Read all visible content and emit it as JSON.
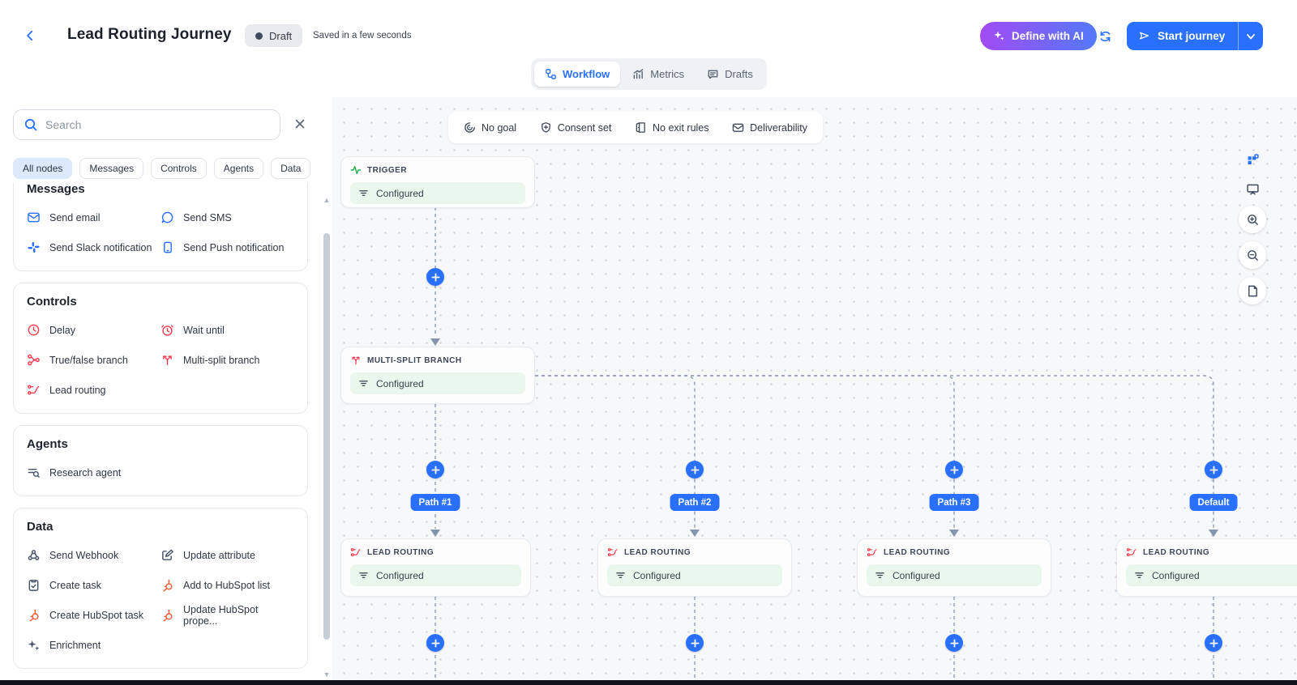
{
  "header": {
    "title": "Lead Routing Journey",
    "status_badge": "Draft",
    "saved_text": "Saved in a few seconds",
    "define_ai_button": "Define with AI",
    "start_journey_button": "Start journey"
  },
  "tabs": [
    {
      "label": "Workflow",
      "active": true
    },
    {
      "label": "Metrics",
      "active": false
    },
    {
      "label": "Drafts",
      "active": false
    }
  ],
  "sidebar": {
    "search_placeholder": "Search",
    "filters": [
      {
        "label": "All nodes",
        "active": true
      },
      {
        "label": "Messages",
        "active": false
      },
      {
        "label": "Controls",
        "active": false
      },
      {
        "label": "Agents",
        "active": false
      },
      {
        "label": "Data",
        "active": false
      }
    ],
    "sections": [
      {
        "title": "Messages",
        "items": [
          {
            "label": "Send email",
            "icon": "email-icon"
          },
          {
            "label": "Send SMS",
            "icon": "sms-icon"
          },
          {
            "label": "Send Slack notification",
            "icon": "slack-icon"
          },
          {
            "label": "Send Push notification",
            "icon": "push-notification-icon"
          }
        ]
      },
      {
        "title": "Controls",
        "items": [
          {
            "label": "Delay",
            "icon": "delay-clock-icon"
          },
          {
            "label": "Wait until",
            "icon": "alarm-clock-icon"
          },
          {
            "label": "True/false branch",
            "icon": "true-false-branch-icon"
          },
          {
            "label": "Multi-split branch",
            "icon": "multi-split-branch-icon"
          },
          {
            "label": "Lead routing",
            "icon": "lead-routing-icon"
          }
        ]
      },
      {
        "title": "Agents",
        "items": [
          {
            "label": "Research agent",
            "icon": "research-agent-icon"
          }
        ]
      },
      {
        "title": "Data",
        "items": [
          {
            "label": "Send Webhook",
            "icon": "webhook-icon"
          },
          {
            "label": "Update attribute",
            "icon": "update-attribute-icon"
          },
          {
            "label": "Create task",
            "icon": "create-task-icon"
          },
          {
            "label": "Add to HubSpot list",
            "icon": "hubspot-icon"
          },
          {
            "label": "Create HubSpot task",
            "icon": "hubspot-icon"
          },
          {
            "label": "Update HubSpot prope...",
            "icon": "hubspot-icon"
          },
          {
            "label": "Enrichment",
            "icon": "enrichment-icon"
          }
        ]
      }
    ]
  },
  "canvas": {
    "status_items": [
      {
        "label": "No goal",
        "icon": "goal-icon"
      },
      {
        "label": "Consent set",
        "icon": "shield-plus-icon"
      },
      {
        "label": "No exit rules",
        "icon": "exit-door-icon"
      },
      {
        "label": "Deliverability",
        "icon": "envelope-check-icon"
      }
    ],
    "nodes": {
      "trigger": {
        "type_label": "TRIGGER",
        "status": "Configured"
      },
      "multi_split": {
        "type_label": "MULTI-SPLIT BRANCH",
        "status": "Configured"
      },
      "lead_routing_1": {
        "type_label": "LEAD ROUTING",
        "status": "Configured"
      },
      "lead_routing_2": {
        "type_label": "LEAD ROUTING",
        "status": "Configured"
      },
      "lead_routing_3": {
        "type_label": "LEAD ROUTING",
        "status": "Configured"
      },
      "lead_routing_4": {
        "type_label": "LEAD ROUTING",
        "status": "Configured"
      }
    },
    "path_labels": [
      "Path #1",
      "Path #2",
      "Path #3",
      "Default"
    ]
  },
  "colors": {
    "accent_blue": "#2970FF",
    "gradient_purple": "#A24BF3",
    "control_red": "#F43F4F",
    "hubspot_orange": "#FF5C35",
    "trigger_green": "#27AE4F",
    "configured_bg": "#E9F7ED"
  }
}
